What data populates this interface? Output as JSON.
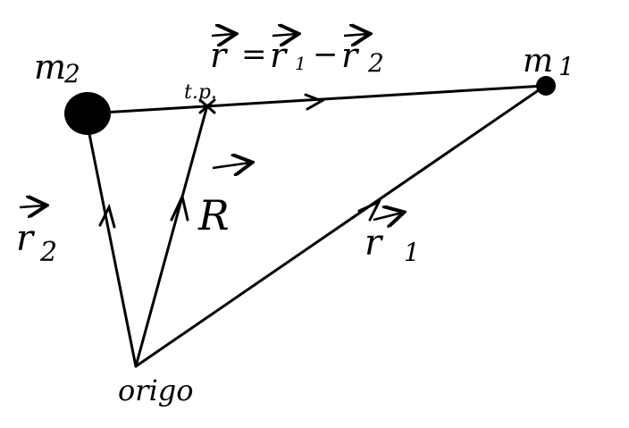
{
  "title": "Two-body vectors diagram",
  "labels": {
    "mass2": "m",
    "mass2_sub": "2",
    "mass1": "m",
    "mass1_sub": "1",
    "relative_eq_r": "r",
    "relative_eq_eq": "=",
    "relative_eq_r1": "r",
    "relative_eq_r1_sub": "1",
    "relative_eq_minus": "−",
    "relative_eq_r2": "r",
    "relative_eq_r2_sub": "2",
    "center_of_mass": "t.p.",
    "R": "R",
    "r2": "r",
    "r2_sub": "2",
    "r1": "r",
    "r1_sub": "1",
    "origin": "origo"
  }
}
